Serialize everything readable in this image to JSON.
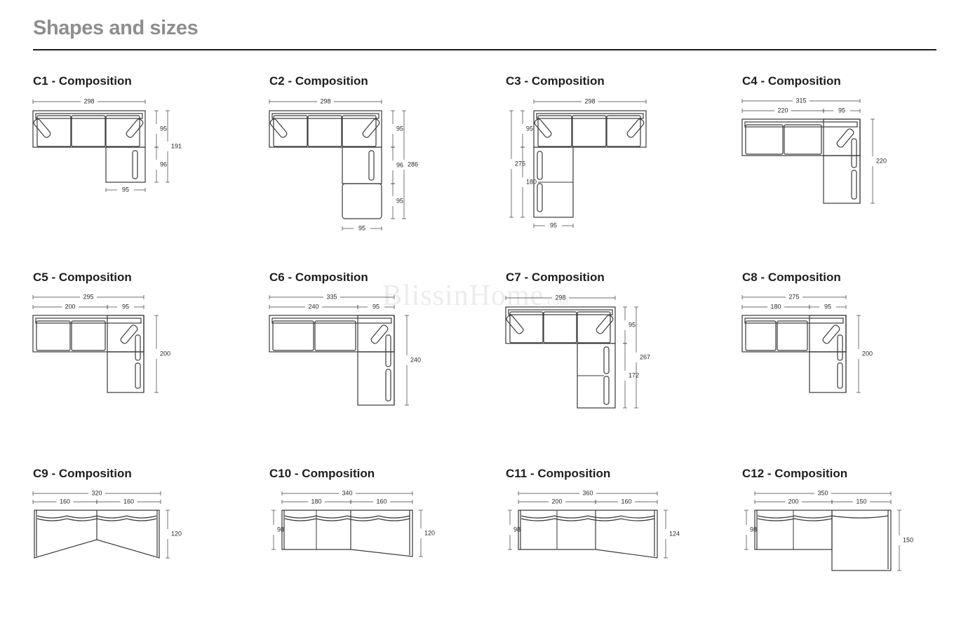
{
  "page": {
    "title": "Shapes and sizes"
  },
  "watermark": {
    "text": "BlissinHome",
    "suffix": ".com"
  },
  "compositions": [
    {
      "id": "C1",
      "title": "C1 - Composition",
      "shape": "corner-right",
      "dims": {
        "total": "298",
        "side_top": "95",
        "side_total": "191",
        "side_bottom": "96",
        "chaise_width": "95"
      }
    },
    {
      "id": "C2",
      "title": "C2 - Composition",
      "shape": "corner-right-long",
      "dims": {
        "total": "298",
        "side_a": "95",
        "side_b": "96",
        "side_c": "95",
        "side_total": "286",
        "chaise_width": "95"
      }
    },
    {
      "id": "C3",
      "title": "C3 - Composition",
      "shape": "corner-left",
      "dims": {
        "total": "298",
        "side_top": "95",
        "side_total": "275",
        "side_bottom": "180",
        "chaise_width": "95"
      }
    },
    {
      "id": "C4",
      "title": "C4 - Composition",
      "shape": "l-right",
      "dims": {
        "total": "315",
        "left": "220",
        "right": "95",
        "depth": "220"
      }
    },
    {
      "id": "C5",
      "title": "C5 - Composition",
      "shape": "l-right",
      "dims": {
        "total": "295",
        "left": "200",
        "right": "95",
        "depth": "200"
      }
    },
    {
      "id": "C6",
      "title": "C6 - Composition",
      "shape": "l-right",
      "dims": {
        "total": "335",
        "left": "240",
        "right": "95",
        "depth": "240"
      }
    },
    {
      "id": "C7",
      "title": "C7 - Composition",
      "shape": "corner-right-deep",
      "dims": {
        "total": "298",
        "side_top": "95",
        "side_total": "267",
        "side_bottom": "172"
      }
    },
    {
      "id": "C8",
      "title": "C8 - Composition",
      "shape": "l-right",
      "dims": {
        "total": "275",
        "left": "180",
        "right": "95",
        "depth": "200"
      }
    },
    {
      "id": "C9",
      "title": "C9 - Composition",
      "shape": "angled-both",
      "dims": {
        "total": "320",
        "left": "160",
        "right": "160",
        "depth": "120"
      }
    },
    {
      "id": "C10",
      "title": "C10 - Composition",
      "shape": "angled-right",
      "dims": {
        "total": "340",
        "left": "180",
        "right": "160",
        "depth_left": "98",
        "depth": "120"
      }
    },
    {
      "id": "C11",
      "title": "C11 - Composition",
      "shape": "angled-right",
      "dims": {
        "total": "360",
        "left": "200",
        "right": "160",
        "depth_left": "98",
        "depth": "124"
      }
    },
    {
      "id": "C12",
      "title": "C12 - Composition",
      "shape": "chaise-right",
      "dims": {
        "total": "350",
        "left": "200",
        "right": "150",
        "depth_left": "98",
        "depth": "150"
      }
    }
  ]
}
